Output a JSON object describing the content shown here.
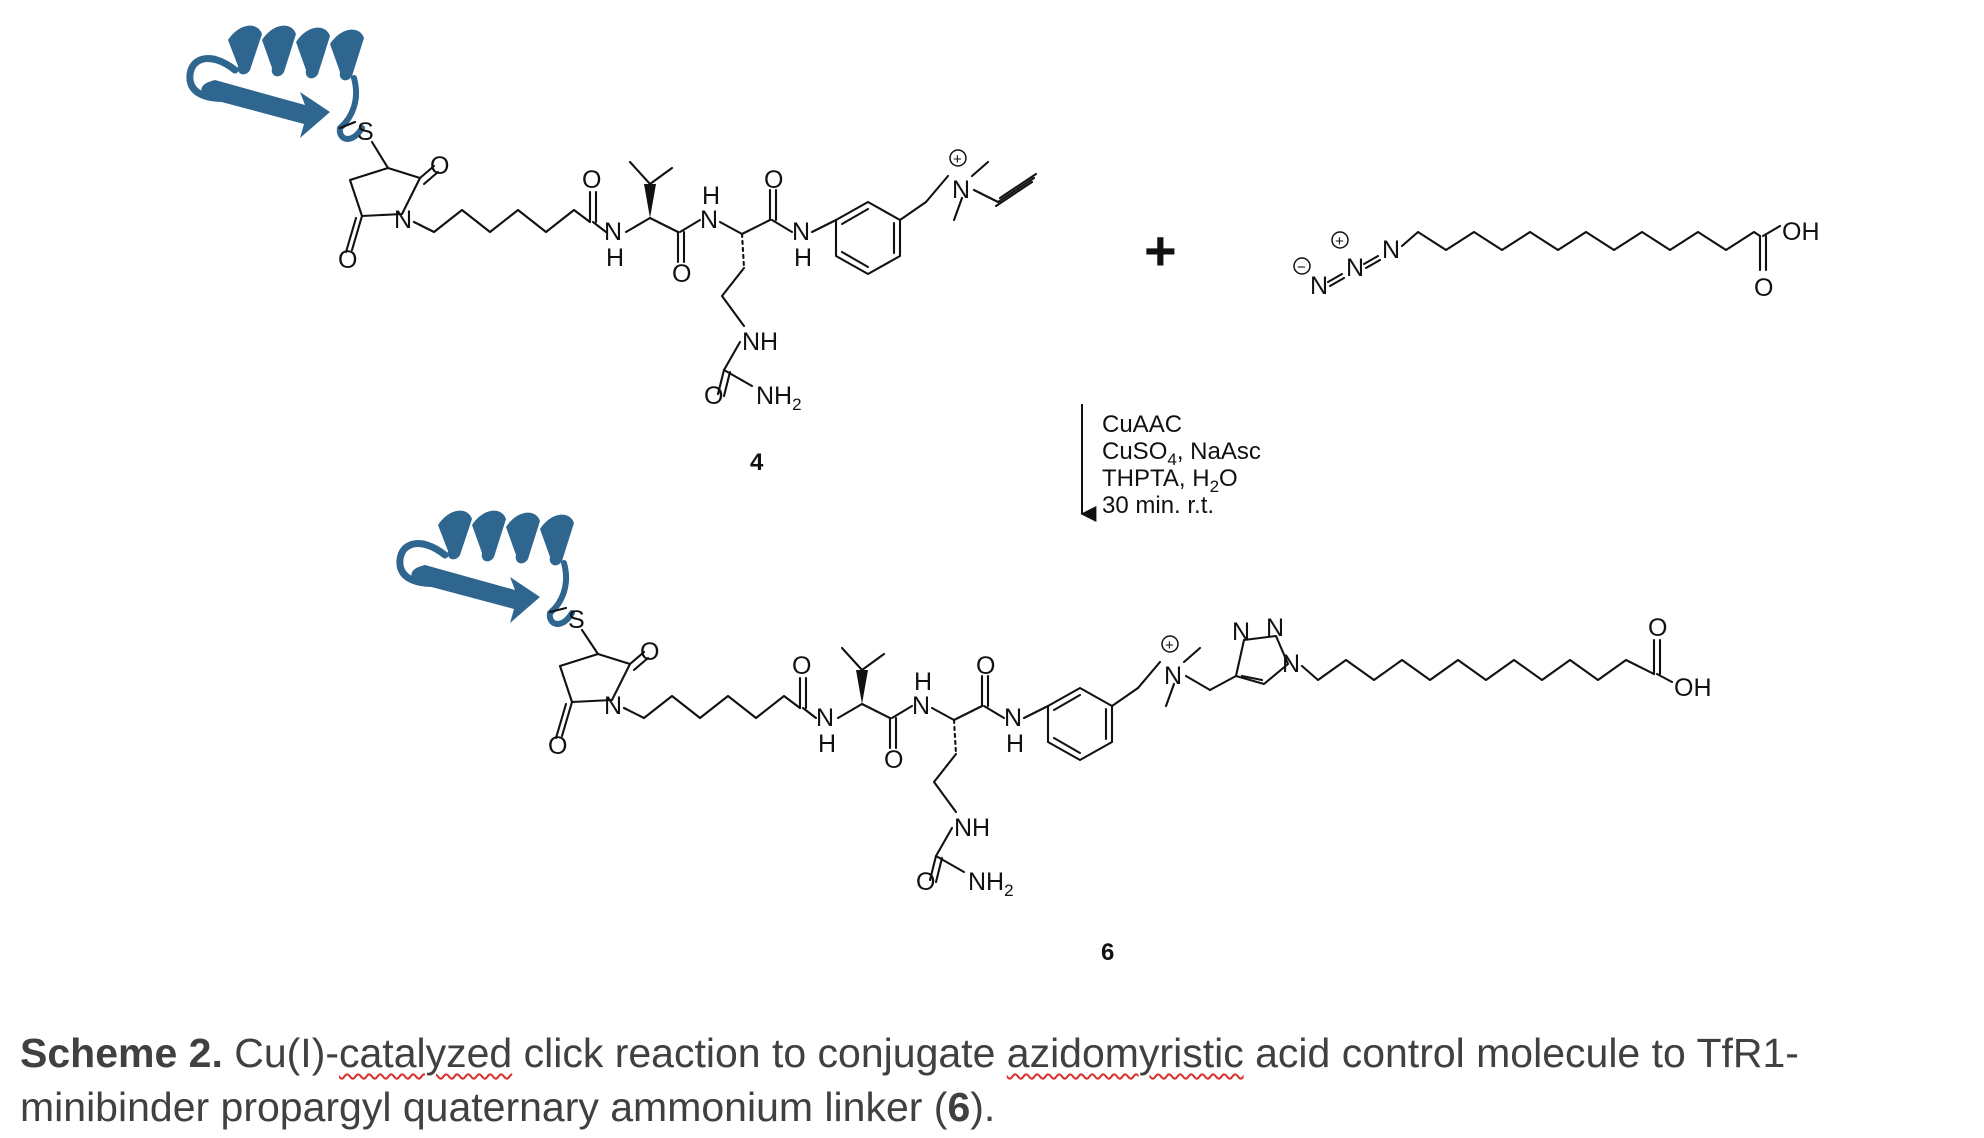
{
  "compounds": {
    "linker": {
      "label": "4"
    },
    "product": {
      "label": "6"
    }
  },
  "reagent_azide": {
    "acid_label": "OH",
    "carbonyl_label": "O"
  },
  "plus_sign": "+",
  "conditions": [
    "CuAAC",
    "CuSO",
    "4",
    ", NaAsc",
    "THPTA, H",
    "2",
    "O",
    "30 min. r.t."
  ],
  "atoms": {
    "S": "S",
    "O": "O",
    "N": "N",
    "H": "H",
    "NH": "NH",
    "NH2_main": "NH",
    "NH2_sub": "2",
    "OH": "OH",
    "N_plus": "+",
    "N_minus": "−"
  },
  "caption": {
    "label": "Scheme 2.",
    "part1": " Cu(I)-",
    "word_catalyzed": "catalyzed",
    "part2": " click reaction to conjugate ",
    "word_azidomyristic": "azidomyristic",
    "part3": " acid control molecule to TfR1-minibinder propargyl quaternary ammonium linker (",
    "ref": "6",
    "part4": ")."
  },
  "colors": {
    "protein": "#2f6690",
    "ink": "#111111",
    "caption": "#404040",
    "spellcheck": "#d9302a"
  },
  "icons": [
    "minibinder-protein-icon",
    "reaction-arrow-icon"
  ]
}
